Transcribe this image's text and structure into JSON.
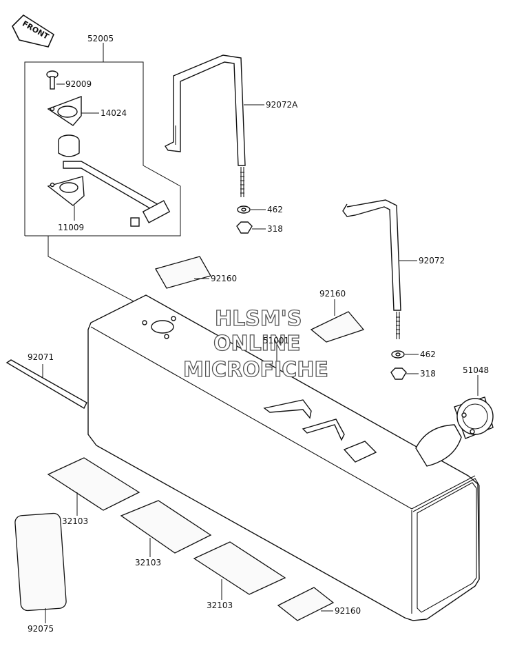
{
  "front_label": "FRONT",
  "watermark": [
    "HLSM'S",
    "ONLINE",
    "MICROFICHE"
  ],
  "parts": {
    "assembly": "52005",
    "bolt": "92009",
    "gasket": "14024",
    "fuel_gauge": "11009",
    "tank_band_a": "92072A",
    "tank_band": "92072",
    "washer_1": "462",
    "nut_1": "318",
    "washer_2": "462",
    "nut_2": "318",
    "pad_top_left": "92160",
    "pad_top_right": "92160",
    "pad_bottom": "92160",
    "tank": "51001",
    "strap": "92071",
    "cap": "51048",
    "pad_1": "32103",
    "pad_2": "32103",
    "pad_3": "32103",
    "side_pad": "92075"
  }
}
